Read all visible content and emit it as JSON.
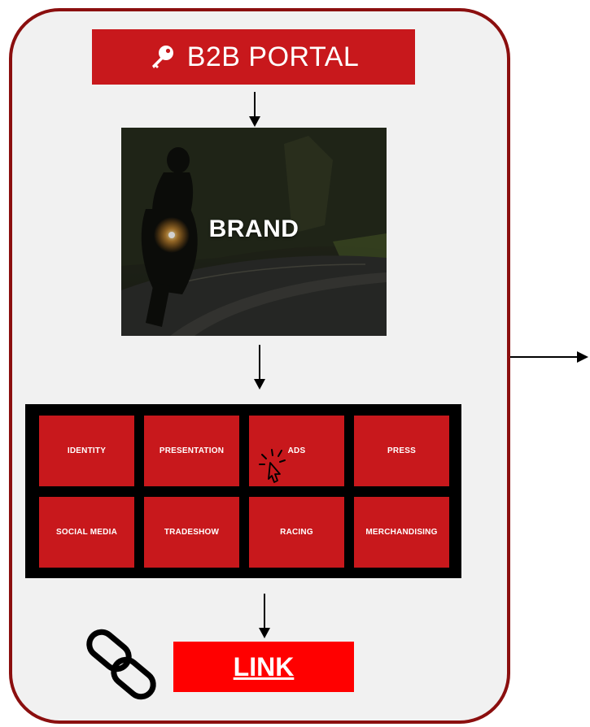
{
  "portal": {
    "label": "B2B PORTAL",
    "icon": "key-icon",
    "color": "#c8181c"
  },
  "brand": {
    "label": "BRAND"
  },
  "categories": [
    {
      "label": "IDENTITY"
    },
    {
      "label": "PRESENTATION"
    },
    {
      "label": "ADS",
      "pointer": "cursor-click-icon"
    },
    {
      "label": "PRESS"
    },
    {
      "label": "SOCIAL MEDIA"
    },
    {
      "label": "TRADESHOW"
    },
    {
      "label": "RACING"
    },
    {
      "label": "MERCHANDISING"
    }
  ],
  "link": {
    "label": "LINK",
    "icon": "chain-link-icon",
    "color": "#ff0000"
  },
  "colors": {
    "panel_border": "#8b0f0f",
    "panel_bg": "#f1f1f1",
    "tile": "#c8181c"
  }
}
